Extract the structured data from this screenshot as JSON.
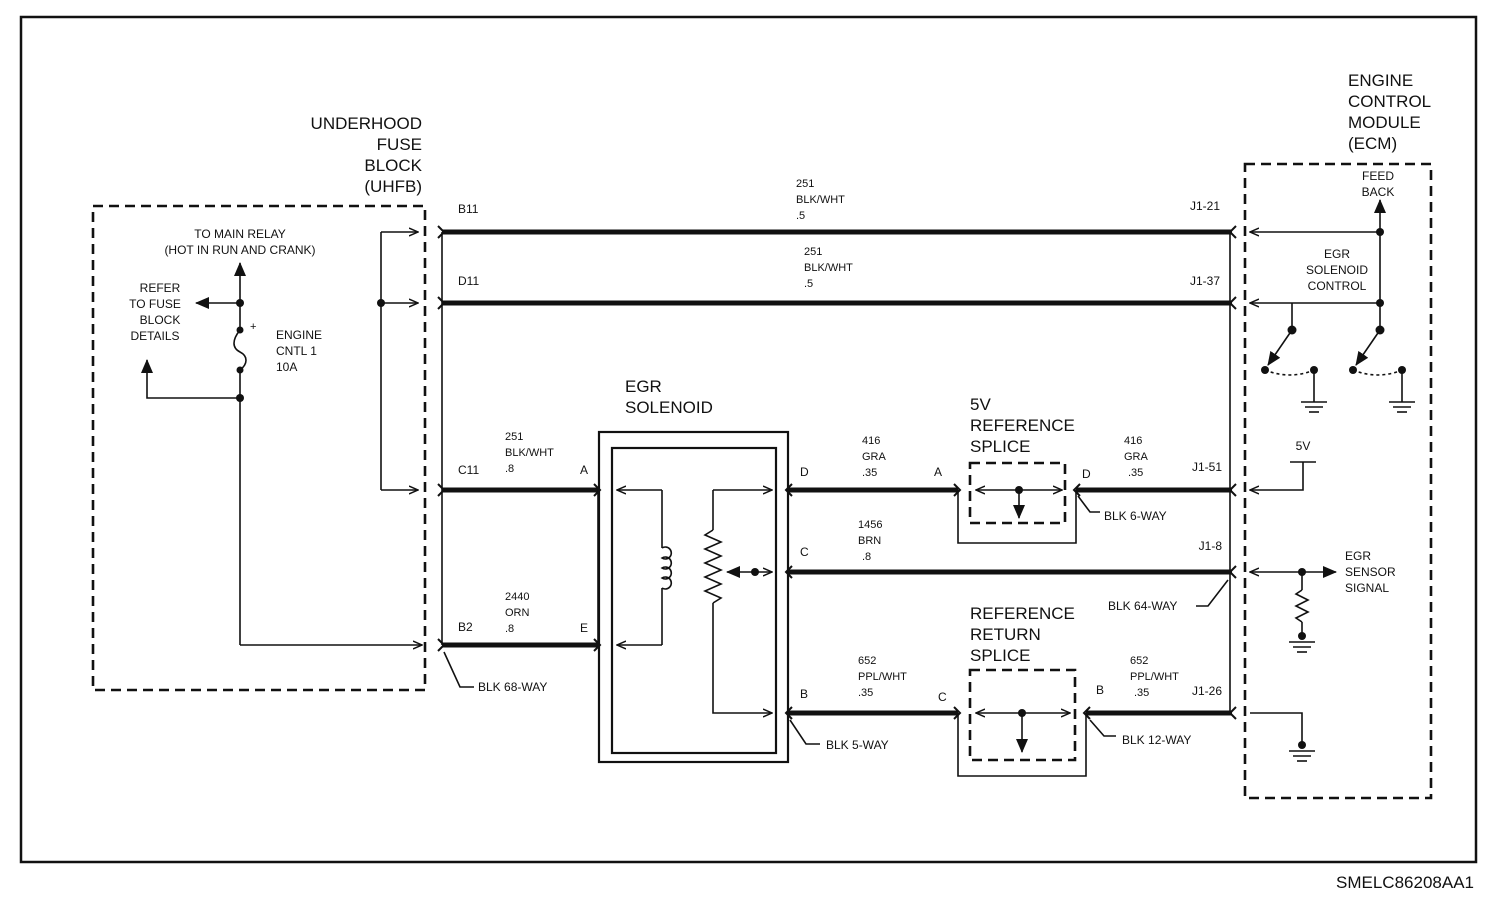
{
  "components": {
    "uhfb": {
      "title_lines": [
        "UNDERHOOD",
        "FUSE",
        "BLOCK",
        "(UHFB)"
      ]
    },
    "ecm": {
      "title_lines": [
        "ENGINE",
        "CONTROL",
        "MODULE",
        "(ECM)"
      ]
    },
    "egr_solenoid": {
      "title_lines": [
        "EGR",
        "SOLENOID"
      ]
    },
    "ref_splice": {
      "title_lines": [
        "5V",
        "REFERENCE",
        "SPLICE"
      ]
    },
    "return_splice": {
      "title_lines": [
        "REFERENCE",
        "RETURN",
        "SPLICE"
      ]
    }
  },
  "fuse_block": {
    "relay_lines": [
      "TO MAIN RELAY",
      "(HOT IN RUN AND CRANK)"
    ],
    "refer_lines": [
      "REFER",
      "TO FUSE",
      "BLOCK",
      "DETAILS"
    ],
    "fuse_lines": [
      "ENGINE",
      "CNTL 1",
      "10A"
    ],
    "plus": "+"
  },
  "ecm_internal": {
    "feedback_lines": [
      "FEED",
      "BACK"
    ],
    "egr_control_lines": [
      "EGR",
      "SOLENOID",
      "CONTROL"
    ],
    "v5": "5V",
    "sensor_signal_lines": [
      "EGR",
      "SENSOR",
      "SIGNAL"
    ]
  },
  "pins": {
    "b11": "B11",
    "d11": "D11",
    "c11": "C11",
    "b2": "B2",
    "j1_21": "J1-21",
    "j1_37": "J1-37",
    "j1_51": "J1-51",
    "j1_8": "J1-8",
    "j1_26": "J1-26",
    "sol_a": "A",
    "sol_e": "E",
    "sol_d": "D",
    "sol_c": "C",
    "sol_b": "B",
    "spl1_a": "A",
    "spl1_d": "D",
    "spl2_c": "C",
    "spl2_b": "B"
  },
  "wires": {
    "w251_top": [
      "251",
      "BLK/WHT",
      ".5"
    ],
    "w251_mid": [
      "251",
      "BLK/WHT",
      ".5"
    ],
    "w251_sol": [
      "251",
      "BLK/WHT",
      ".8"
    ],
    "w2440": [
      "2440",
      "ORN",
      ".8"
    ],
    "w416_left": [
      "416",
      "GRA",
      ".35"
    ],
    "w416_right": [
      "416",
      "GRA",
      ".35"
    ],
    "w1456": [
      "1456",
      "BRN",
      ".8"
    ],
    "w652_left": [
      "652",
      "PPL/WHT",
      ".35"
    ],
    "w652_right": [
      "652",
      "PPL/WHT",
      ".35"
    ]
  },
  "connectors": {
    "blk68": "BLK 68-WAY",
    "blk6": "BLK 6-WAY",
    "blk64": "BLK 64-WAY",
    "blk5": "BLK 5-WAY",
    "blk12": "BLK 12-WAY"
  },
  "figure_id": "SMELC86208AA1"
}
